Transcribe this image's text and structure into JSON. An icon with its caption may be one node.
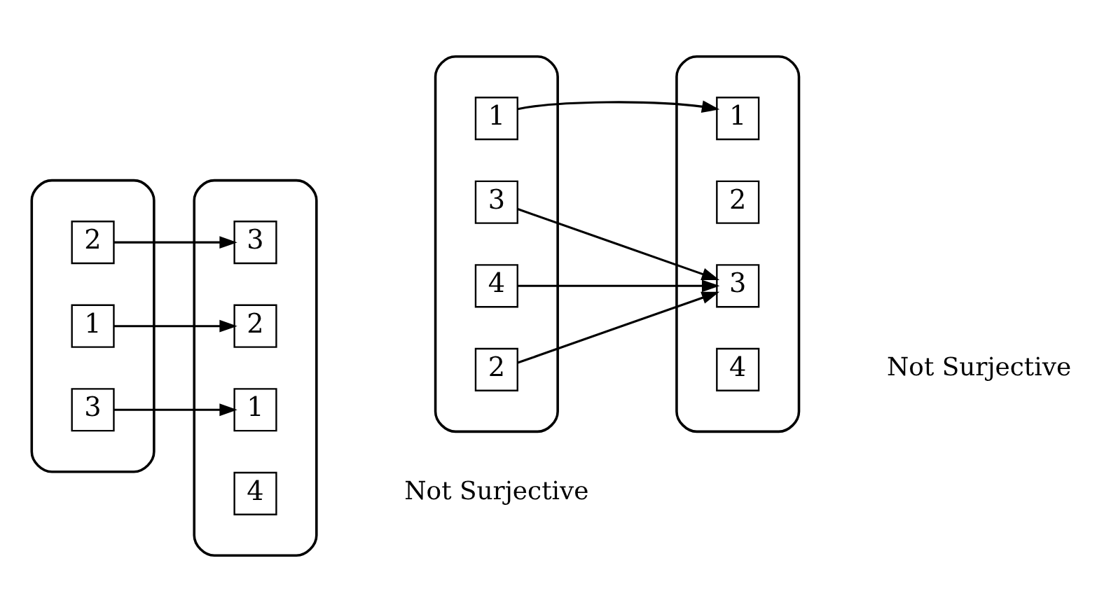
{
  "diagram": {
    "nodes": [
      {
        "text": [],
        "shape": "ellipse"
      },
      {
        "text": [
          "1"
        ],
        "in": 0
      },
      {
        "text": [
          "2"
        ],
        "in": 0
      },
      {
        "text": [
          "3"
        ],
        "in": 0
      },
      {
        "text": [],
        "shape": "ellipse"
      },
      {
        "text": [
          "1"
        ],
        "in": 4
      },
      {
        "text": [
          "2"
        ],
        "in": 4
      },
      {
        "text": [
          "3"
        ],
        "in": 4
      },
      {
        "text": [
          "4"
        ],
        "in": 4
      },
      {
        "text": [],
        "shape": "ellipse"
      },
      {
        "text": [
          "1"
        ],
        "in": 9
      },
      {
        "text": [
          "2"
        ],
        "in": 9
      },
      {
        "text": [
          "3"
        ],
        "in": 9
      },
      {
        "text": [
          "4"
        ],
        "in": 9
      },
      {
        "text": [],
        "shape": "ellipse"
      },
      {
        "text": [
          "1"
        ],
        "in": 14
      },
      {
        "text": [
          "2"
        ],
        "in": 14
      },
      {
        "text": [
          "3"
        ],
        "in": 14
      },
      {
        "text": [
          "4"
        ],
        "in": 14
      }
    ],
    "edges": [
      {
        "from": 1,
        "to": 6,
        "arrow": "to"
      },
      {
        "from": 2,
        "to": 7,
        "arrow": "to"
      },
      {
        "from": 3,
        "to": 5,
        "arrow": "to"
      },
      {
        "from": 10,
        "to": 15,
        "arrow": "to"
      },
      {
        "from": 11,
        "to": 17,
        "arrow": "to"
      },
      {
        "from": 12,
        "to": 17,
        "arrow": "to"
      },
      {
        "from": 13,
        "to": 17,
        "arrow": "to"
      }
    ],
    "labels": [
      "Not Surjective",
      "Not Surjective"
    ]
  }
}
